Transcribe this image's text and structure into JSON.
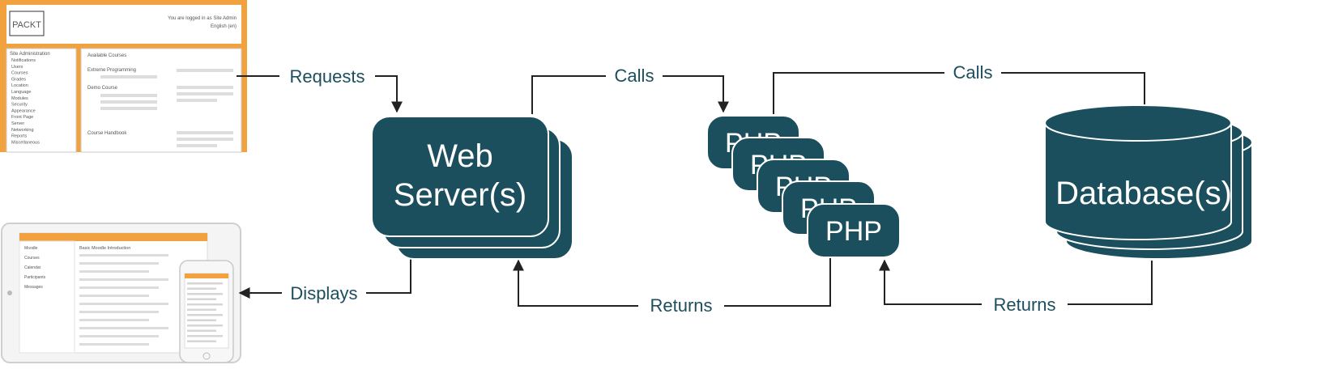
{
  "colors": {
    "node": "#1b4f5d",
    "node_outline": "#ffffff",
    "arrow": "#222222",
    "label": "#1d4e5e",
    "orange": "#f2a13f"
  },
  "edges": {
    "requests": "Requests",
    "calls_1": "Calls",
    "calls_2": "Calls",
    "displays": "Displays",
    "returns_1": "Returns",
    "returns_2": "Returns"
  },
  "nodes": {
    "web_server": [
      "Web",
      "Server(s)"
    ],
    "php_stack": [
      "PHP",
      "PHP",
      "PHP",
      "PHP",
      "PHP"
    ],
    "database": "Database(s)"
  },
  "browser_screenshot": {
    "brand": "PACKT",
    "login_text": "You are logged in as Site Admin",
    "language": "English (en)",
    "admin_block_title": "Site Administration",
    "admin_items": [
      "Notifications",
      "Users",
      "Courses",
      "Grades",
      "Location",
      "Language",
      "Modules",
      "Security",
      "Appearance",
      "Front Page",
      "Server",
      "Networking",
      "Reports",
      "Miscellaneous"
    ],
    "courses_title": "Available Courses",
    "courses": [
      "Extreme Programming",
      "Demo Course",
      "Course Handbook"
    ]
  },
  "tablet_screenshot": {
    "menu_items": [
      "Moodle",
      "Courses",
      "Calendar",
      "Participants",
      "Messages"
    ],
    "course_title": "Basic Moodle Introduction"
  }
}
